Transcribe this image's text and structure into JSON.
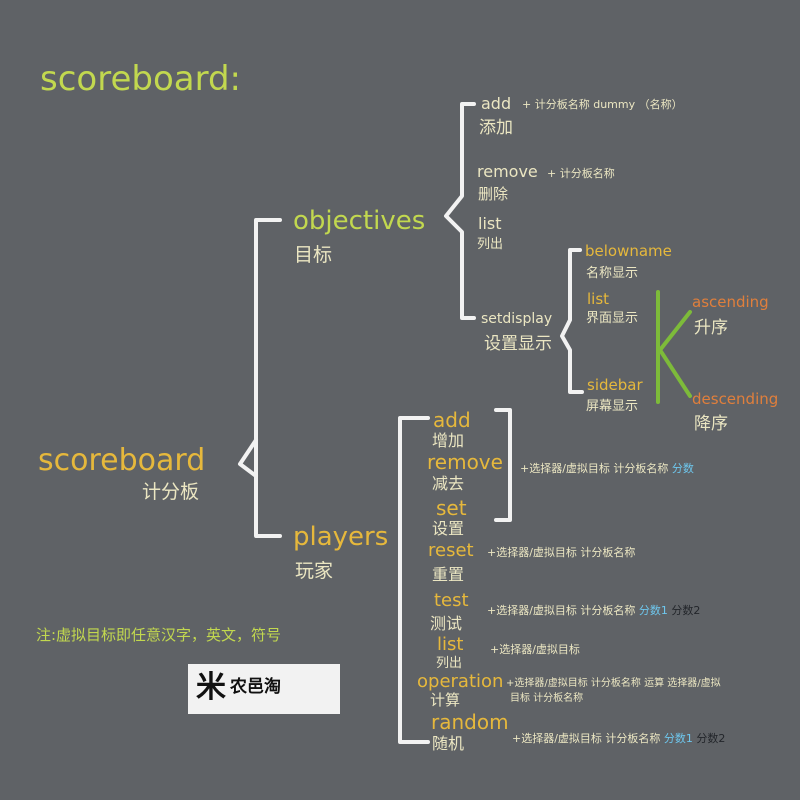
{
  "title": "scoreboard:",
  "colors": {
    "background": "#5f6266",
    "title": "#c2d84f",
    "root": "#e6b83c",
    "branch": "#c2d84f",
    "option": "#e07f3c",
    "score": "#6ec7ee",
    "chinese": "#ebe6c2"
  },
  "root": {
    "en": "scoreboard",
    "cn": "计分板"
  },
  "objectives": {
    "en": "objectives",
    "cn": "目标",
    "add": {
      "en": "add",
      "cn": "添加",
      "args": "+ 计分板名称 dummy （名称）"
    },
    "remove": {
      "en": "remove",
      "cn": "删除",
      "args": "+ 计分板名称"
    },
    "list": {
      "en": "list",
      "cn": "列出"
    },
    "setdisplay": {
      "en": "setdisplay",
      "cn": "设置显示",
      "belowname": {
        "en": "belowname",
        "cn": "名称显示"
      },
      "list": {
        "en": "list",
        "cn": "界面显示"
      },
      "sidebar": {
        "en": "sidebar",
        "cn": "屏幕显示"
      },
      "ascending": {
        "en": "ascending",
        "cn": "升序"
      },
      "descending": {
        "en": "descending",
        "cn": "降序"
      }
    }
  },
  "players": {
    "en": "players",
    "cn": "玩家",
    "add": {
      "en": "add",
      "cn": "增加"
    },
    "remove": {
      "en": "remove",
      "cn": "减去"
    },
    "set": {
      "en": "set",
      "cn": "设置"
    },
    "group_args": {
      "text": "+选择器/虚拟目标 计分板名称",
      "score": "分数"
    },
    "reset": {
      "en": "reset",
      "cn": "重置",
      "args": "+选择器/虚拟目标 计分板名称"
    },
    "test": {
      "en": "test",
      "cn": "测试",
      "args": "+选择器/虚拟目标 计分板名称",
      "score1": "分数1",
      "score2": "分数2"
    },
    "list": {
      "en": "list",
      "cn": "列出",
      "args": "+选择器/虚拟目标"
    },
    "operation": {
      "en": "operation",
      "cn": "计算",
      "args_line1": "+选择器/虚拟目标 计分板名称 运算 选择器/虚拟",
      "args_line2": "目标 计分板名称"
    },
    "random": {
      "en": "random",
      "cn": "随机",
      "args": "+选择器/虚拟目标 计分板名称",
      "score1": "分数1",
      "score2": "分数2"
    }
  },
  "note": "注:虚拟目标即任意汉字，英文，符号",
  "watermark": {
    "icon": "米",
    "text": "农邑淘"
  }
}
